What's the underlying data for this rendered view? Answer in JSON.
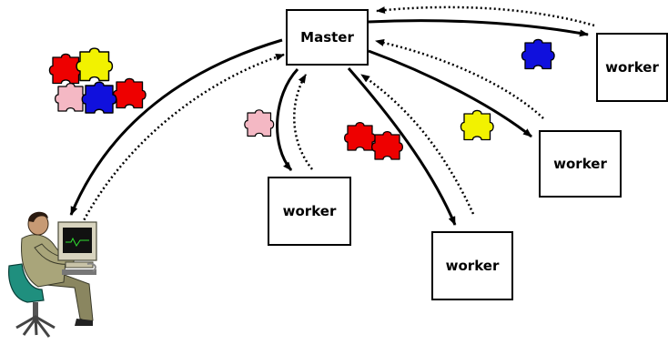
{
  "master": {
    "label": "Master"
  },
  "workers": [
    {
      "label": "worker"
    },
    {
      "label": "worker"
    },
    {
      "label": "worker"
    },
    {
      "label": "worker"
    }
  ],
  "colors": {
    "red": "#ee0000",
    "yellow": "#f2f200",
    "blue": "#1010dd",
    "pink": "#f4b8c4",
    "line": "#000000"
  },
  "icons": [
    "puzzle-cluster",
    "puzzle-piece",
    "user-at-computer-icon"
  ]
}
